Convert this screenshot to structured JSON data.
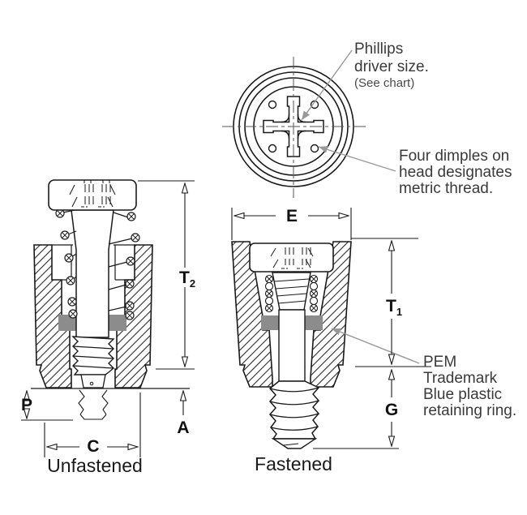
{
  "meta": {
    "background": "#ffffff",
    "line_color": "#1a1a1a",
    "leader_color": "#999999",
    "ring_color": "#8c8c8c"
  },
  "callouts": {
    "phillips_driver": {
      "lines": [
        "Phillips",
        "driver size.",
        "(See chart)"
      ]
    },
    "dimples": {
      "lines": [
        "Four dimples on",
        "head designates",
        "metric thread."
      ]
    },
    "retaining_ring": {
      "lines": [
        "PEM",
        "Trademark",
        "Blue plastic",
        "retaining ring."
      ]
    }
  },
  "dimension_labels": {
    "T2": {
      "base": "T",
      "sub": "2"
    },
    "T1": {
      "base": "T",
      "sub": "1"
    },
    "E": "E",
    "G": "G",
    "P": "P",
    "A": "A",
    "C": "C"
  },
  "view_captions": {
    "unfastened": "Unfastened",
    "fastened": "Fastened"
  }
}
